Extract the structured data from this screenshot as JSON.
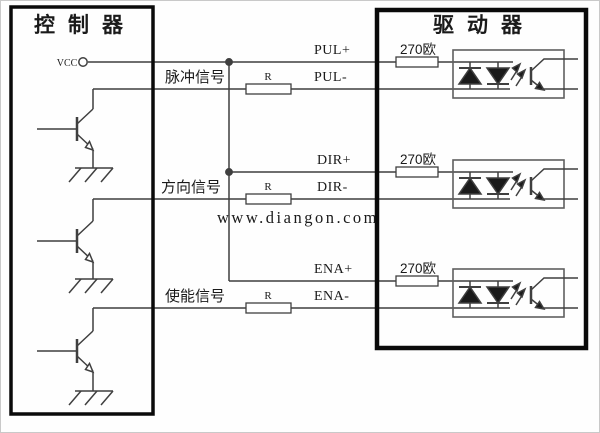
{
  "diagram": {
    "type": "wiring-schematic",
    "description_visible_text_only": true
  },
  "controller": {
    "title": "控制器",
    "vcc_label": "VCC"
  },
  "driver": {
    "title": "驱动器"
  },
  "channels": [
    {
      "signal_label": "脉冲信号",
      "plus_label": "PUL+",
      "minus_label": "PUL-",
      "series_resistor_label": "R",
      "driver_resistor_label": "270欧"
    },
    {
      "signal_label": "方向信号",
      "plus_label": "DIR+",
      "minus_label": "DIR-",
      "series_resistor_label": "R",
      "driver_resistor_label": "270欧"
    },
    {
      "signal_label": "使能信号",
      "plus_label": "ENA+",
      "minus_label": "ENA-",
      "series_resistor_label": "R",
      "driver_resistor_label": "270欧"
    }
  ],
  "watermark": {
    "text": "www.diangon.com",
    "color": "#009933"
  },
  "colors": {
    "wire": "#3f3f3f",
    "box_border": "#0a0a0a",
    "opto_border": "#5f5f5f",
    "text": "#1a1a1a",
    "background": "#fefefe"
  }
}
